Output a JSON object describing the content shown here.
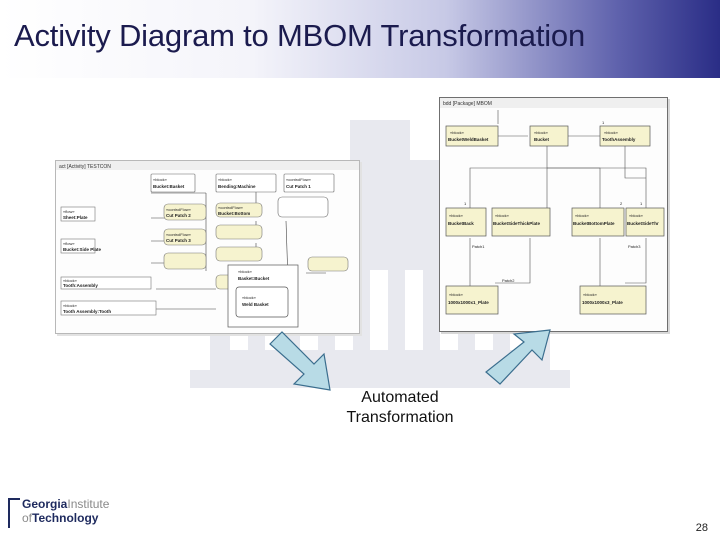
{
  "slide": {
    "title": "Activity Diagram to MBOM Transformation",
    "caption_line1": "Automated",
    "caption_line2": "Transformation",
    "page_number": "28",
    "logo_line1a": "Georgia",
    "logo_line1b": "Institute",
    "logo_line2a": "of",
    "logo_line2b": "Technology"
  },
  "colors": {
    "title_text": "#1b1b4e",
    "arrow_fill": "#b8dbe6",
    "arrow_stroke": "#3b6e8e",
    "node_fill": "#f6f3cf"
  },
  "left_diagram": {
    "header": "act [Activity] TESTCON",
    "nodes": [
      {
        "stereo": "«block»",
        "label": "Bucket:Basket"
      },
      {
        "stereo": "«block»",
        "label": "Bending:Machine"
      },
      {
        "stereo": "«controlFlow»",
        "label": "Cut Patch 1"
      },
      {
        "stereo": "«controlFlow»",
        "label": "Cut Patch 2"
      },
      {
        "stereo": "«controlFlow»",
        "label": "Cut Patch 3"
      },
      {
        "stereo": "«controlFlow»",
        "label": "Bucket:Bottom"
      },
      {
        "stereo": "«block»",
        "label": "Basket:Bucket"
      },
      {
        "stereo": "«block»",
        "label": "Weld Basket"
      },
      {
        "stereo": "«flow»",
        "label": "Sheet:Plate"
      },
      {
        "stereo": "«flow»",
        "label": "Bucket:Side Plate"
      },
      {
        "stereo": "«block»",
        "label": "Tooth:Assembly"
      },
      {
        "stereo": "«block»",
        "label": "Tooth Assembly:Tooth"
      }
    ]
  },
  "right_diagram": {
    "header": "bdd [Package] MBOM",
    "top_blocks": [
      {
        "stereo": "«block»",
        "label": "BucketWeldBasket"
      },
      {
        "stereo": "«block»",
        "label": "Bucket"
      },
      {
        "stereo": "«block»",
        "label": "ToothAssembly"
      }
    ],
    "mid_blocks": [
      {
        "stereo": "«block»",
        "label": "BucketBack"
      },
      {
        "stereo": "«block»",
        "label": "BucketSideThickPlate"
      },
      {
        "stereo": "«block»",
        "label": "BucketBottomPlate"
      },
      {
        "stereo": "«block»",
        "label": "BucketSideThr"
      }
    ],
    "bottom_blocks": [
      {
        "stereo": "«block»",
        "label": "1000x1000x1_Plate"
      },
      {
        "stereo": "«block»",
        "label": "1000x1000x3_Plate"
      }
    ],
    "role_labels": [
      "1",
      "1",
      "2",
      "1",
      "Patch1",
      "Patch2",
      "Patch3"
    ]
  }
}
